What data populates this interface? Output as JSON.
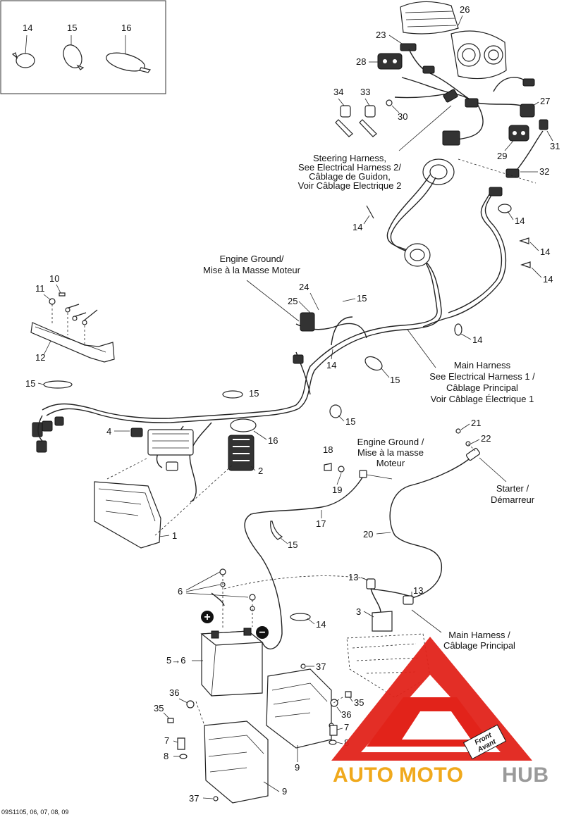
{
  "diagram": {
    "inset_parts": [
      "14",
      "15",
      "16"
    ],
    "callouts": {
      "c1": "1",
      "c2": "2",
      "c3": "3",
      "c4": "4",
      "c5to6": "5→6",
      "c6": "6",
      "c7a": "7",
      "c7b": "7",
      "c8a": "8",
      "c8b": "8",
      "c9a": "9",
      "c9b": "9",
      "c10": "10",
      "c11": "11",
      "c12": "12",
      "c13a": "13",
      "c13b": "13",
      "c14a": "14",
      "c14b": "14",
      "c14c": "14",
      "c14d": "14",
      "c14e": "14",
      "c14f": "14",
      "c14g": "14",
      "c15a": "15",
      "c15b": "15",
      "c15c": "15",
      "c15d": "15",
      "c15e": "15",
      "c15f": "15",
      "c16": "16",
      "c17": "17",
      "c18": "18",
      "c19": "19",
      "c20": "20",
      "c21": "21",
      "c22": "22",
      "c23": "23",
      "c24": "24",
      "c25": "25",
      "c26": "26",
      "c27": "27",
      "c28": "28",
      "c29": "29",
      "c30": "30",
      "c31": "31",
      "c32": "32",
      "c33": "33",
      "c34": "34",
      "c35a": "35",
      "c35b": "35",
      "c36a": "36",
      "c36b": "36",
      "c37a": "37",
      "c37b": "37"
    },
    "labels": {
      "steering": [
        "Steering Harness,",
        "See Electrical Harness 2/",
        "Câblage de Guidon,",
        "Voir Câblage Electrique 2"
      ],
      "engine_ground_1": [
        "Engine Ground/",
        "Mise à la Masse Moteur"
      ],
      "main_harness_1": [
        "Main Harness",
        "See Electrical Harness 1 /",
        "Câblage Principal",
        "Voir Câblage Électrique 1"
      ],
      "engine_ground_2": [
        "Engine Ground /",
        "Mise à la masse",
        "Moteur"
      ],
      "starter": [
        "Starter /",
        "Démarreur"
      ],
      "main_harness_2": [
        "Main Harness /",
        "Câblage Principal"
      ],
      "front": [
        "Front",
        "Avant"
      ]
    },
    "battery_signs": {
      "plus": "+",
      "minus": "−"
    },
    "code": "09S1105, 06, 07, 08, 09"
  },
  "watermark": {
    "auto": "AUTO",
    "moto": "MOTO",
    "hub": "HUB",
    "colors": {
      "red": "#e2231a",
      "gold": "#f0a91c",
      "gray": "#9a9a9a"
    }
  }
}
